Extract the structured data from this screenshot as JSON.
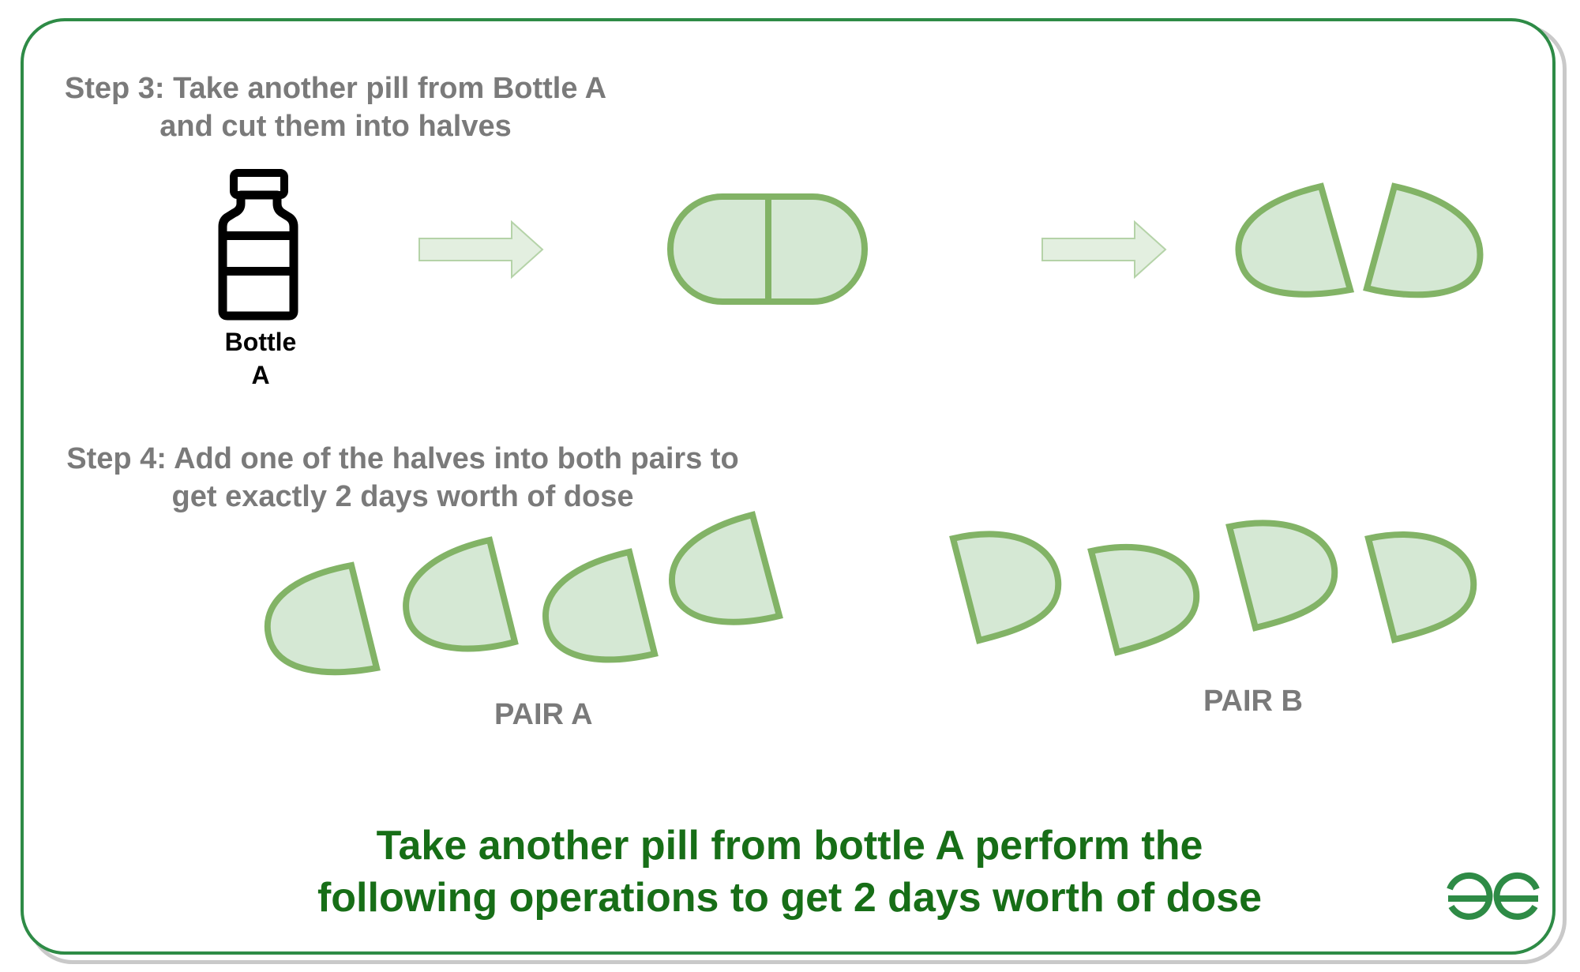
{
  "step3": {
    "line1": "Step 3: Take another pill from Bottle A",
    "line2": "and cut them into halves"
  },
  "bottle": {
    "label_line1": "Bottle",
    "label_line2": "A"
  },
  "step4": {
    "line1": "Step 4: Add one of the halves into both pairs to",
    "line2": "get exactly 2 days worth of dose"
  },
  "pairs": {
    "a_label": "PAIR A",
    "b_label": "PAIR B"
  },
  "caption": {
    "line1": "Take another pill from bottle A perform the",
    "line2": "following operations to get 2 days worth of dose"
  },
  "colors": {
    "pill_fill": "#d5e8d4",
    "pill_stroke": "#82b366",
    "border": "#2e8b46",
    "caption": "#176e17",
    "step_text": "#7a7a7a"
  },
  "icons": {
    "bottle": "bottle-icon",
    "arrow": "arrow-right-icon",
    "logo": "gfg-logo"
  }
}
